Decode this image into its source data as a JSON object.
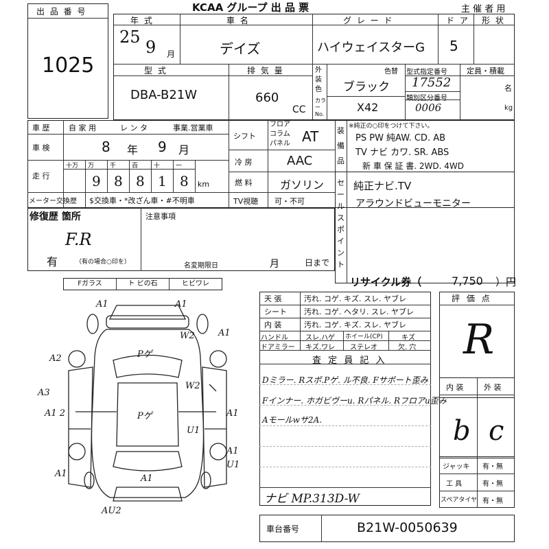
{
  "header": {
    "title": "KCAA グループ 出 品 票",
    "organizer_label": "主 催 者 用"
  },
  "lot": {
    "label": "出 品 番 号",
    "number": "1025"
  },
  "vehicle": {
    "year_label": "年 式",
    "year": "25",
    "month": "9",
    "month_unit": "月",
    "name_label": "車 名",
    "name": "デイズ",
    "grade_label": "グ レ ー ド",
    "grade": "ハイウェイスターG",
    "doors_label": "ド ア",
    "doors": "5",
    "shape_label": "形 状",
    "model_label": "型 式",
    "model": "DBA-B21W",
    "displacement_label": "排 気 量",
    "displacement": "660",
    "cc": "CC",
    "exterior_label": "外装色",
    "color_label": "色替",
    "color": "ブラック",
    "color_no_label": "カラーNo.",
    "color_no": "X42",
    "type_no_label": "型式指定番号",
    "type_no": "17552",
    "class_no_label": "類別区分番号",
    "class_no": "0006",
    "capacity_label": "定員・積載",
    "capacity_unit1": "名",
    "capacity_unit2": "kg"
  },
  "history": {
    "label": "車 歴",
    "options": [
      "自 家 用",
      "レ ン タ",
      "事業.営業車"
    ],
    "inspection_label": "車 検",
    "inspection_year": "8",
    "inspection_year_unit": "年",
    "inspection_month": "9",
    "inspection_month_unit": "月",
    "mileage_label": "走 行",
    "mileage_units": [
      "十万",
      "万",
      "千",
      "百",
      "十",
      "一"
    ],
    "mileage_digits": [
      "",
      "9",
      "8",
      "8",
      "1",
      "8"
    ],
    "mileage_unit": "km",
    "meter_label": "メーター交換歴",
    "meter_options": "$交換車・*改ざん車・#不明車"
  },
  "specs": {
    "shift_label": "シフト",
    "shift_types": [
      "フロア",
      "コラム",
      "パネル"
    ],
    "shift_value": "AT",
    "ac_label": "冷 房",
    "ac_value": "AAC",
    "fuel_label": "燃 料",
    "fuel_value": "ガソリン",
    "tv_label": "TV視聴",
    "tv_options": "可・不可"
  },
  "equipment": {
    "label": "装備品",
    "note": "※純正の○印をつけて下さい。",
    "row1": "PS PW 純AW. CD. AB",
    "row2": "TV ナビ カワ. SR. ABS",
    "row3": "新 車 保 証 書. 2WD. 4WD"
  },
  "sales_points": {
    "label": "セールスポイント",
    "line1": "純正ナビ.TV",
    "line2": "アラウンドビューモニター"
  },
  "repair": {
    "label": "修復歴 箇所",
    "value": "F.R",
    "has_label": "有",
    "note": "（有の場合○印を）"
  },
  "caution": {
    "label": "注意事項",
    "name_change": "名変期限日",
    "month": "月",
    "day": "日まで"
  },
  "glass": {
    "items": [
      "Fガラス",
      "ト ビの石",
      "ヒビワレ"
    ]
  },
  "recycle": {
    "label": "リサイクル券（",
    "amount": "7,750",
    "unit": "）円"
  },
  "interior_table": {
    "rows": [
      {
        "label": "天 張",
        "values": "汚れ. コゲ. キズ. スレ. ヤブレ"
      },
      {
        "label": "シート",
        "values": "汚れ. コゲ. ヘタリ. スレ. ヤブレ"
      },
      {
        "label": "内 装",
        "values": "汚れ. コゲ. キズ. スレ. ヤブレ"
      }
    ],
    "handle_label": "ハンドル",
    "handle_values": "スレ.ハゲ",
    "wheel_label": "ホイール(CP)",
    "wheel_value": "キズ",
    "mirror_label": "ドアミラー",
    "mirror_values": "キズ.ワレ",
    "stereo_label": "ステレオ",
    "stereo_value": "欠. 穴"
  },
  "inspector": {
    "label": "査 定 員 記 入",
    "lines": [
      "Dミラー. Rスポ.Pゲ. ル不良. Fサポート歪み",
      "Fインナー. ホガビヴーu. Rパネル. Rフロアu歪み",
      "Aモールwサ2A."
    ],
    "bottom": "ナビ MP.313D-W"
  },
  "score": {
    "label": "評 価 点",
    "value": "R",
    "interior_label": "内 装",
    "exterior_label": "外 装",
    "interior_value": "b",
    "exterior_value": "c"
  },
  "tools": {
    "jack_label": "ジャッキ",
    "tool_label": "工 具",
    "spare_label": "スペアタイヤ",
    "option": "有・無"
  },
  "chassis": {
    "label": "車台番号",
    "value": "B21W-0050639"
  },
  "diagram": {
    "marks": [
      "A1",
      "A1",
      "A1",
      "W2",
      "A2",
      "Pゲ",
      "A3",
      "W2",
      "A1 2",
      "Pゲ",
      "A1",
      "U1",
      "A1",
      "U1",
      "A1",
      "A1",
      "AU2"
    ]
  }
}
